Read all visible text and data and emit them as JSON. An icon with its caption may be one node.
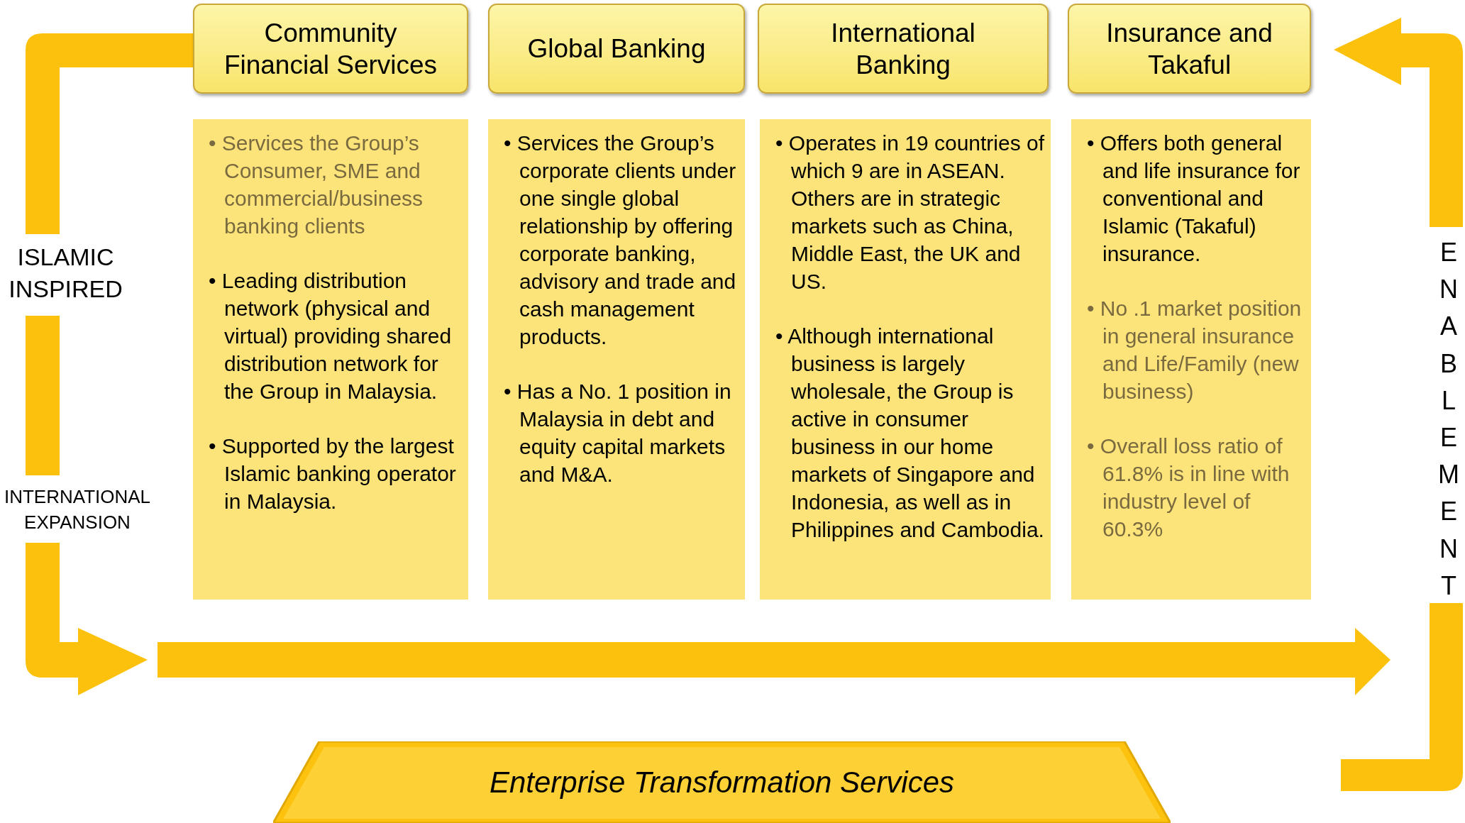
{
  "diagram": {
    "nodes": [
      {
        "text": [
          "Community Financial Services"
        ]
      },
      {
        "text": [
          "Global Banking"
        ]
      },
      {
        "text": [
          "International Banking"
        ]
      },
      {
        "text": [
          "Insurance and Takaful"
        ]
      },
      {
        "text": [
          "• Services the Group’s Consumer, SME and commercial/business banking clients",
          "• Leading distribution network (physical and virtual) providing shared distribution network for the Group in Malaysia.",
          "• Supported by the largest Islamic banking operator in Malaysia."
        ]
      },
      {
        "text": [
          "• Services the Group’s corporate clients under one single global relationship by offering corporate banking, advisory and trade and cash management products.",
          "• Has a No. 1 position in Malaysia in debt and equity capital markets and M&A."
        ]
      },
      {
        "text": [
          "• Operates in 19 countries of which 9 are in ASEAN. Others are in strategic markets such as China, Middle East, the UK and US.",
          "• Although international business is largely wholesale, the Group is active in consumer business in our home markets of Singapore and Indonesia, as well as in Philippines and Cambodia."
        ]
      },
      {
        "text": [
          "• Offers both general and life insurance for conventional and Islamic (Takaful) insurance.",
          "• No .1 market position in general insurance and Life/Family (new business)",
          "• Overall loss ratio of 61.8% is in line with industry level of 60.3%"
        ]
      },
      {
        "text": [
          "Enterprise Transformation Services"
        ]
      }
    ],
    "labels": [
      "ISLAMIC INSPIRED",
      "INTERNATIONAL EXPANSION",
      "ENABLEMENT"
    ]
  }
}
